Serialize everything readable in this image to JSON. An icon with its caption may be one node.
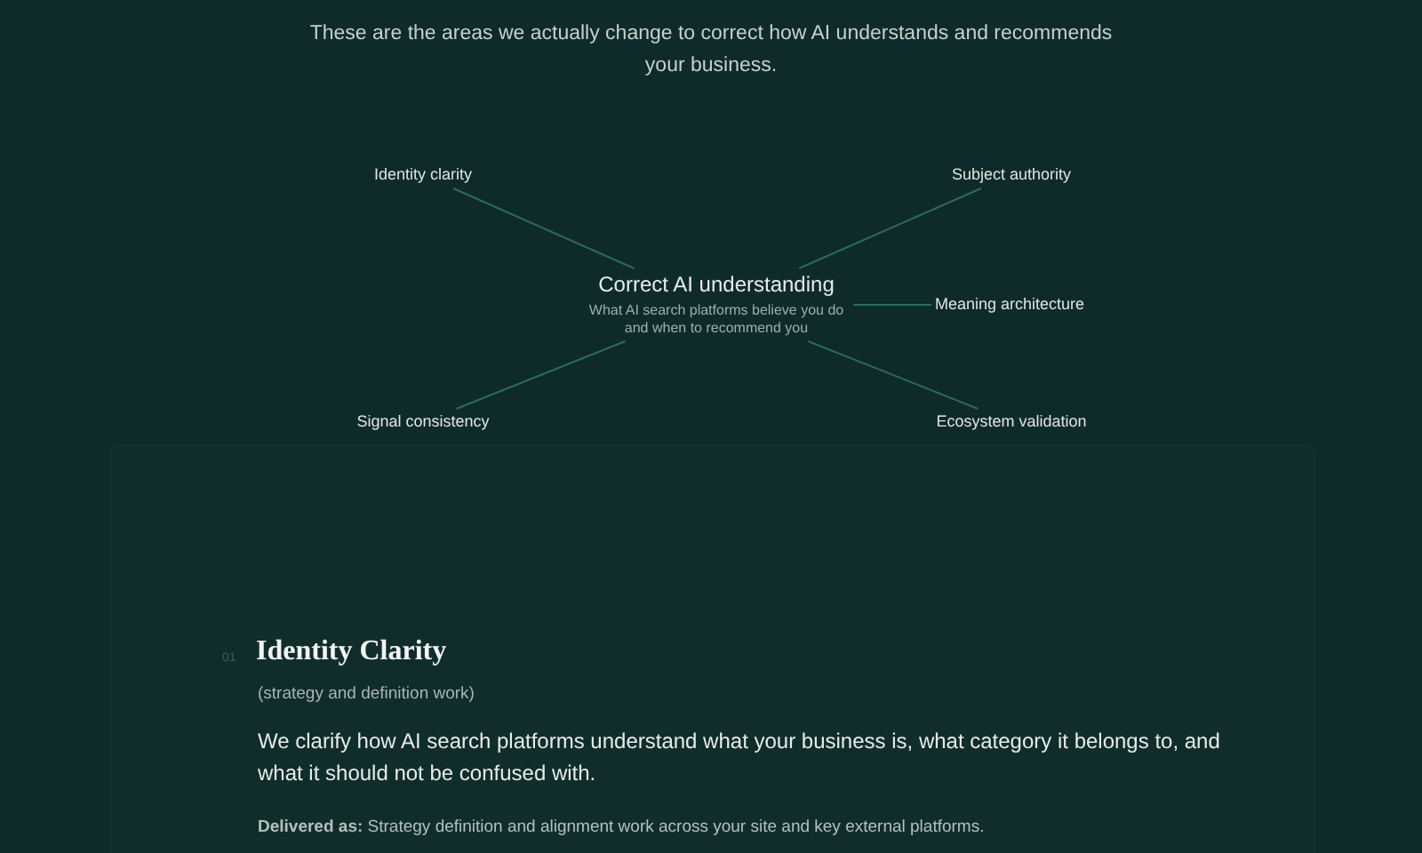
{
  "diagram": {
    "nodes": [
      {
        "text": [
          "Correct AI understanding",
          "What AI search platforms believe you do and when to recommend you"
        ]
      },
      {
        "text": [
          "Identity clarity"
        ]
      },
      {
        "text": [
          "Subject authority"
        ]
      },
      {
        "text": [
          "Meaning architecture"
        ]
      },
      {
        "text": [
          "Signal consistency"
        ]
      },
      {
        "text": [
          "Ecosystem validation"
        ]
      }
    ],
    "edges": [
      {
        "from": 0,
        "to": 1,
        "arrow": "none"
      },
      {
        "from": 0,
        "to": 2,
        "arrow": "none"
      },
      {
        "from": 0,
        "to": 3,
        "arrow": "none"
      },
      {
        "from": 0,
        "to": 4,
        "arrow": "none"
      },
      {
        "from": 0,
        "to": 5,
        "arrow": "none"
      }
    ],
    "labels": [
      "These are the areas we actually change to correct how AI understands and recommends your business.",
      "01",
      "Identity Clarity",
      "(strategy and definition work)",
      "We clarify how AI search platforms understand what your business is, what category it belongs to, and what it should not be confused with.",
      "**Delivered as:** Strategy definition and alignment work across your site and key external platforms."
    ]
  }
}
